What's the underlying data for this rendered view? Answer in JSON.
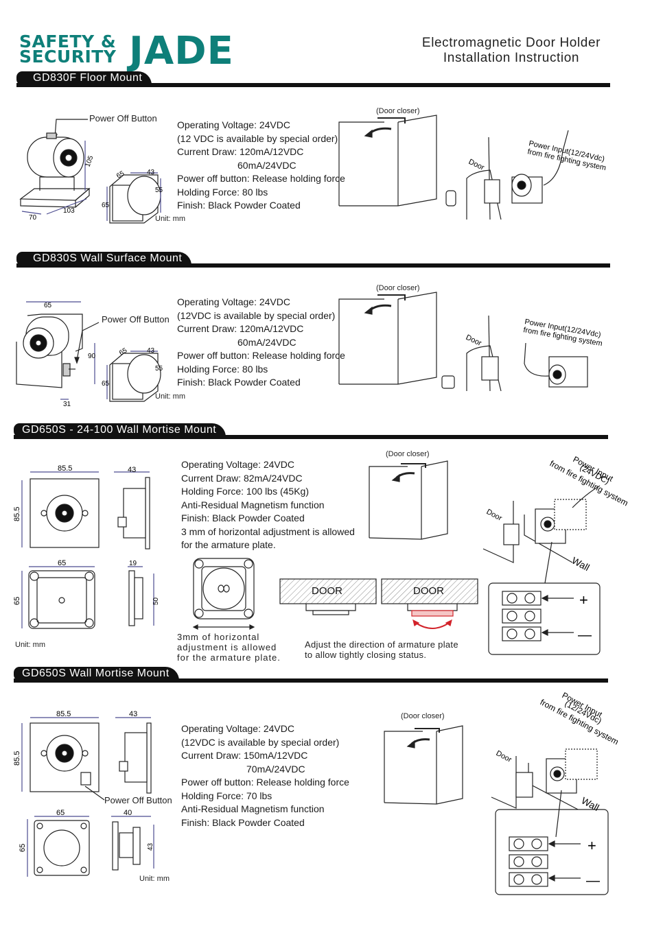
{
  "header": {
    "logo_small_line1": "SAFETY &",
    "logo_small_line2": "SECURITY",
    "logo_big": "JADE",
    "title_line1": "Electromagnetic Door Holder",
    "title_line2": "Installation Instruction"
  },
  "common": {
    "door_closer": "(Door closer)",
    "door": "Door",
    "wall": "Wall",
    "unit": "Unit: mm",
    "power_input_12_24": "Power Input(12/24Vdc)",
    "power_input_line1": "Power Input",
    "power_input_24": "(24VDC)",
    "power_input_12_24b": "(12/24Vdc)",
    "from_fire": "from fire fighting system",
    "power_off_button": "Power Off Button",
    "plus": "+",
    "minus": "—"
  },
  "sections": [
    {
      "title": "GD830F Floor Mount",
      "specs": [
        "Operating Voltage: 24VDC",
        "(12 VDC is available by special order)",
        "Current Draw: 120mA/12VDC",
        "60mA/24VDC",
        "Power off button: Release holding force",
        "Holding Force: 80  lbs",
        "Finish: Black Powder Coated"
      ],
      "dims": [
        "105",
        "70",
        "103",
        "65",
        "43",
        "55",
        "65"
      ]
    },
    {
      "title": "GD830S Wall Surface Mount",
      "specs": [
        "Operating Voltage: 24VDC",
        "(12VDC is available by special order)",
        "Current Draw: 120mA/12VDC",
        "60mA/24VDC",
        "Power off button: Release holding force",
        "Holding Force: 80 lbs",
        "Finish: Black Powder Coated"
      ],
      "dims": [
        "65",
        "90",
        "31",
        "65",
        "43",
        "55",
        "65"
      ]
    },
    {
      "title": "GD650S - 24-100 Wall Mortise Mount",
      "specs": [
        "Operating Voltage: 24VDC",
        "Current Draw: 82mA/24VDC",
        "Holding Force: 100 lbs (45Kg)",
        "Anti-Residual Magnetism function",
        "Finish: Black Powder Coated",
        "3  mm of horizontal adjustment is allowed",
        "for the armature plate."
      ],
      "dims": [
        "85.5",
        "85.5",
        "43",
        "65",
        "65",
        "19",
        "50"
      ],
      "adjust_note": [
        "3mm  of  horizontal",
        "adjustment is allowed",
        "for the armature plate."
      ],
      "door_label": "DOOR",
      "direction_note": [
        "Adjust the direction of armature plate",
        "to allow tightly closing status."
      ]
    },
    {
      "title": "GD650S Wall  Mortise Mount",
      "specs": [
        "Operating Voltage: 24VDC",
        "(12VDC is available by special order)",
        "Current Draw: 150mA/12VDC",
        "70mA/24VDC",
        "Power off button: Release holding force",
        "Holding Force: 70 lbs",
        "Anti-Residual Magnetism function",
        "Finish: Black Powder Coated"
      ],
      "dims": [
        "85.5",
        "85.5",
        "43",
        "65",
        "65",
        "40",
        "43"
      ]
    }
  ],
  "colors": {
    "brand": "#0e7f79",
    "dim_line": "#4b4b8f",
    "arrow_red": "#d2232a"
  }
}
